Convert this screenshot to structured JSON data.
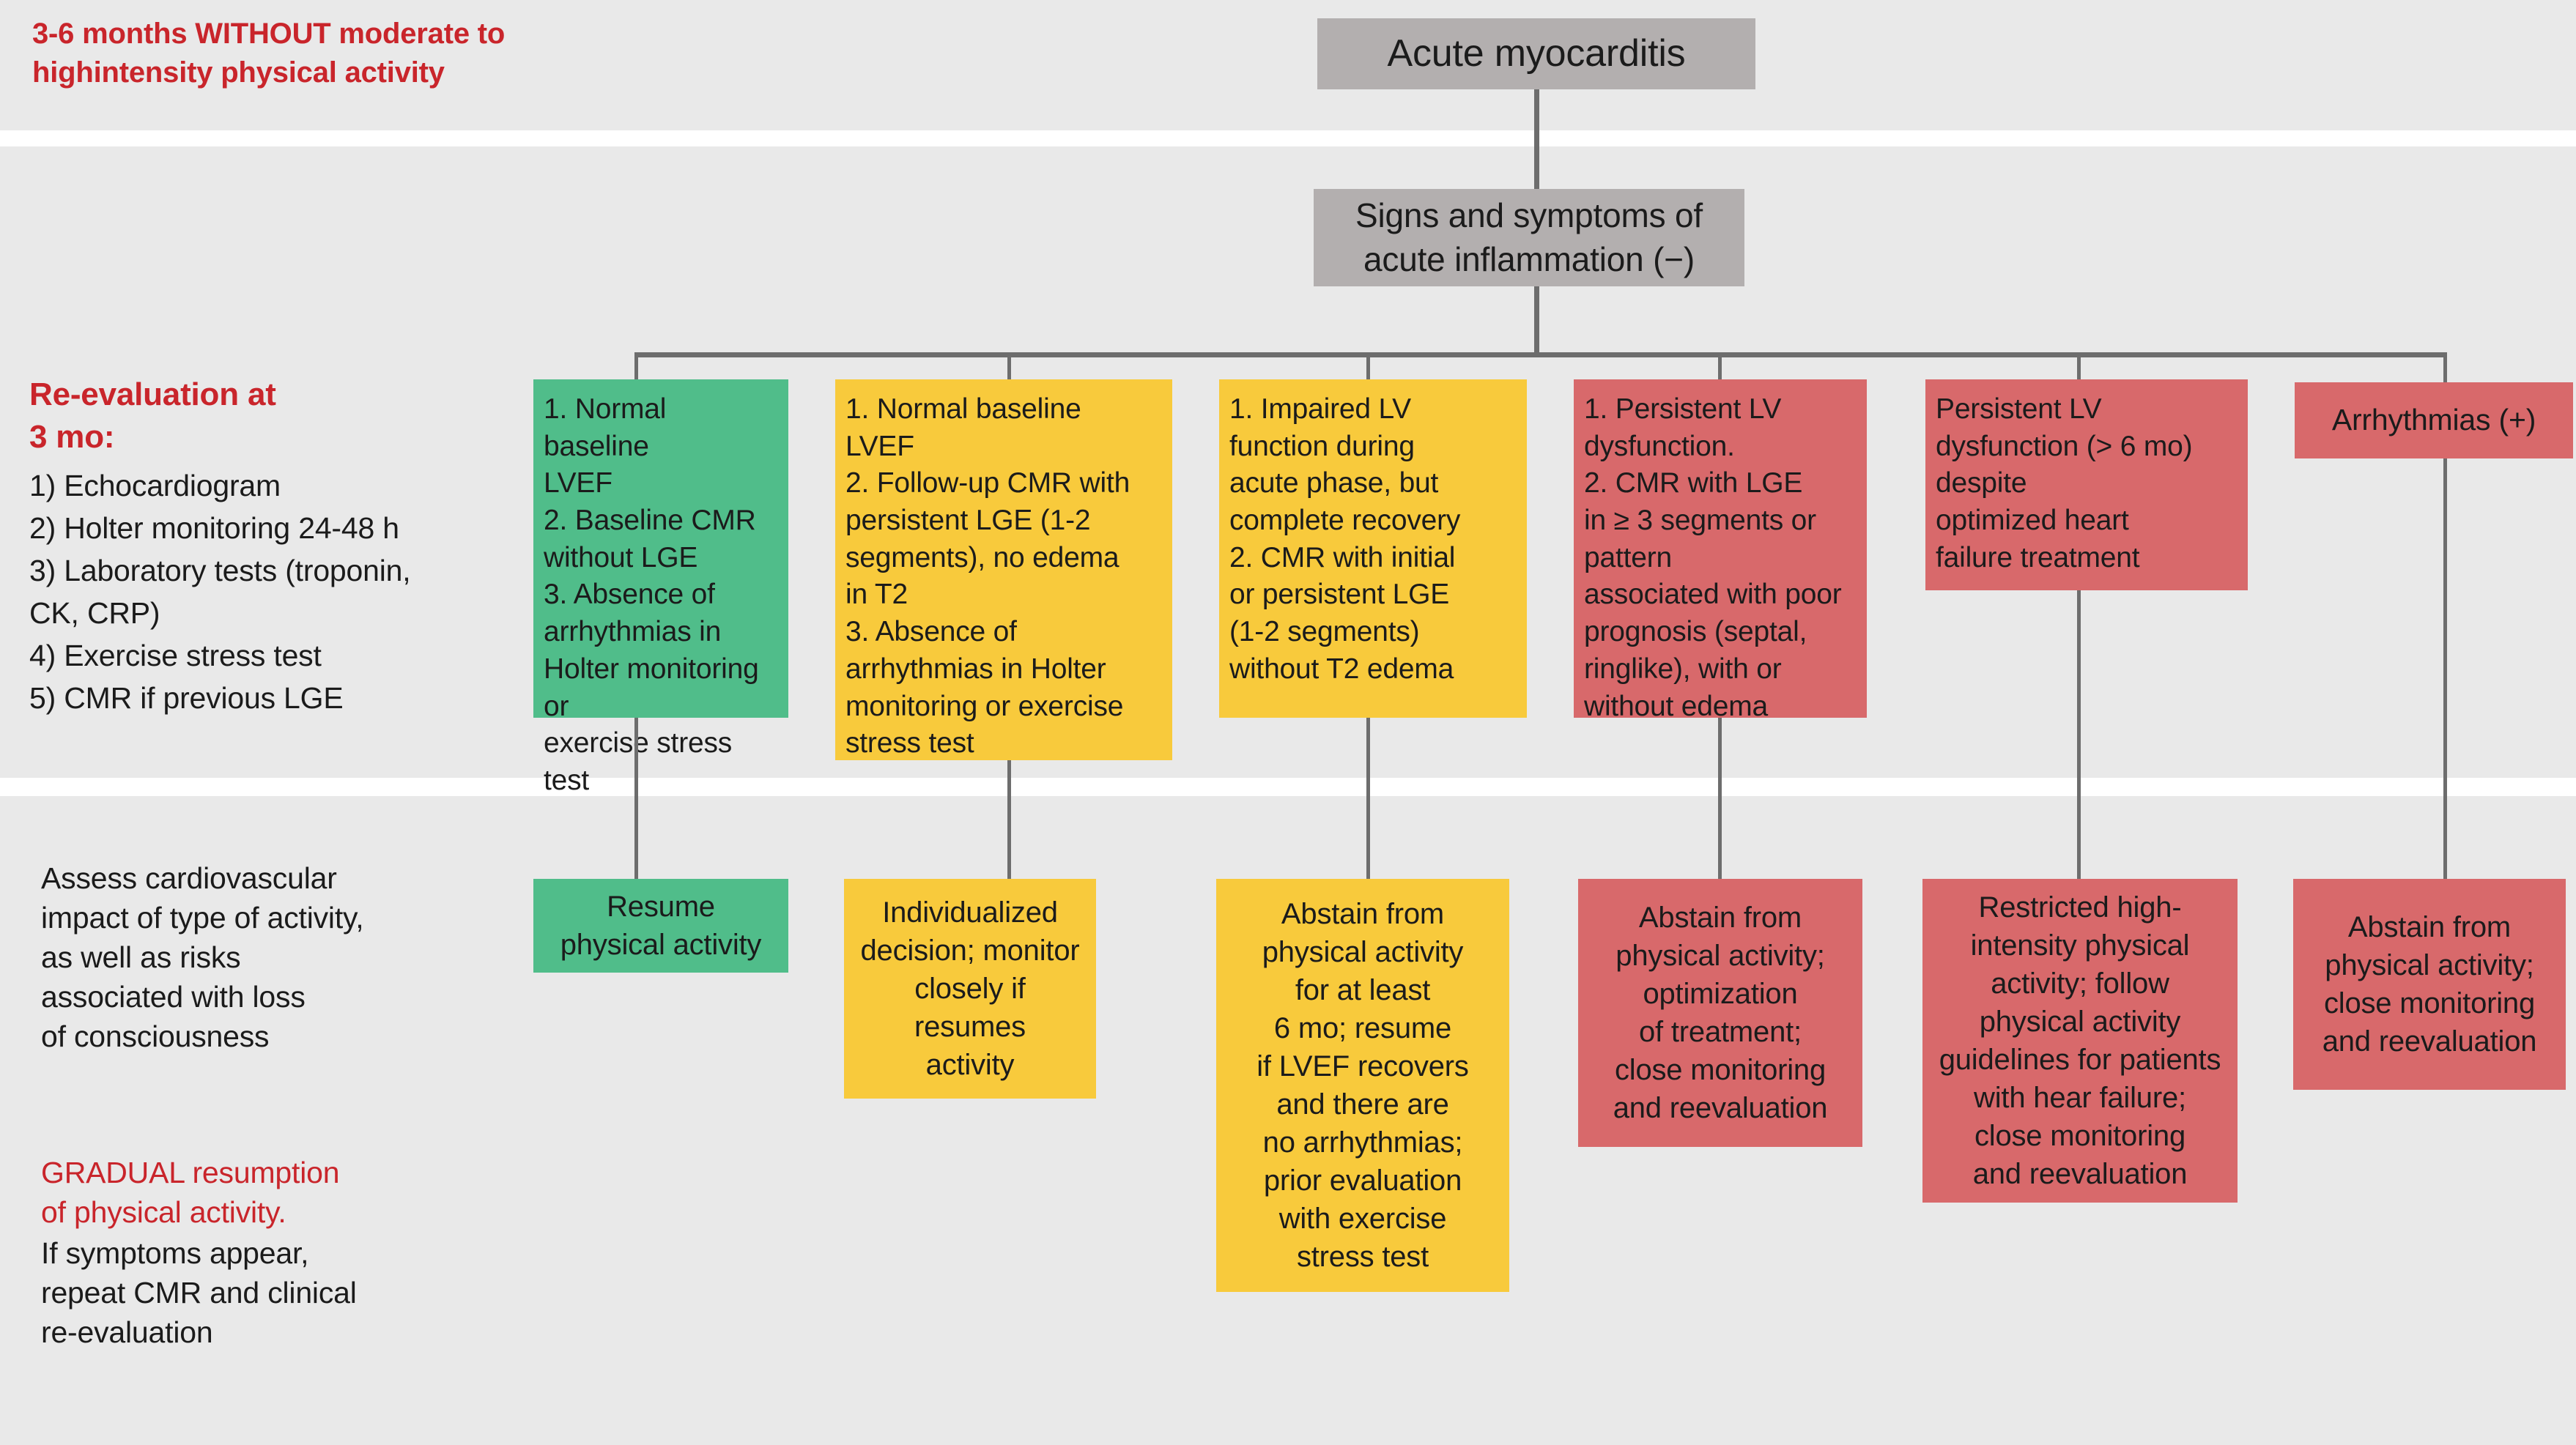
{
  "theme": {
    "band_bg": "#e9e9e9",
    "page_bg": "#ffffff",
    "gray_node": "#b3afaf",
    "green_node": "#50bd8a",
    "yellow_node": "#f8ca3c",
    "red_node": "#d8696b",
    "accent_red_text": "#c9252b",
    "body_text": "#1b1b1b",
    "connector": "#6d6d6d"
  },
  "header": {
    "left_banner": "3-6 months WITHOUT moderate to\nhighintensity physical activity"
  },
  "root": {
    "label": "Acute myocarditis"
  },
  "second_level": {
    "label": "Signs and symptoms of\nacute inflammation (−)"
  },
  "left_column": {
    "reeval_title": "Re-evaluation at\n3 mo:",
    "reeval_items": [
      "1) Echocardiogram",
      "2) Holter monitoring 24-48 h",
      "3) Laboratory tests (troponin,",
      "     CK, CRP)",
      "4) Exercise stress test",
      "5) CMR if previous LGE"
    ],
    "assess_note": "Assess cardiovascular\nimpact of type of activity,\nas well as risks\nassociated with loss\nof consciousness",
    "gradual_note_red": "GRADUAL resumption\nof physical activity.",
    "gradual_note_dark": "If symptoms appear,\nrepeat CMR and clinical\nre-evaluation"
  },
  "criteria_nodes": [
    {
      "id": "criteria-green",
      "color": "green",
      "text": "1. Normal baseline\nLVEF\n2. Baseline CMR\nwithout LGE\n3. Absence of\narrhythmias in\nHolter monitoring or\nexercise stress test"
    },
    {
      "id": "criteria-yellow-1",
      "color": "yellow",
      "text": "1. Normal baseline\nLVEF\n2. Follow-up CMR with\npersistent LGE (1-2\nsegments), no edema\nin T2\n3. Absence of\narrhythmias in Holter\nmonitoring or exercise\nstress test"
    },
    {
      "id": "criteria-yellow-2",
      "color": "yellow",
      "text": "1. Impaired LV\nfunction during\nacute phase, but\ncomplete recovery\n2. CMR with initial\nor persistent LGE\n(1-2 segments)\nwithout T2 edema"
    },
    {
      "id": "criteria-red-1",
      "color": "red",
      "text": "1. Persistent LV\ndysfunction.\n2. CMR with LGE\nin ≥ 3 segments or\npattern\nassociated with poor\nprognosis (septal,\nringlike), with or\nwithout edema"
    },
    {
      "id": "criteria-red-2",
      "color": "red",
      "text": "Persistent LV\ndysfunction (> 6 mo)\ndespite\noptimized heart\nfailure treatment"
    },
    {
      "id": "criteria-red-3",
      "color": "red",
      "text": "Arrhythmias (+)"
    }
  ],
  "outcome_nodes": [
    {
      "id": "outcome-green",
      "color": "green",
      "text": "Resume\nphysical activity"
    },
    {
      "id": "outcome-yellow-1",
      "color": "yellow",
      "text": "Individualized\ndecision; monitor\nclosely if\nresumes\nactivity"
    },
    {
      "id": "outcome-yellow-2",
      "color": "yellow",
      "text": "Abstain from\nphysical activity\nfor at least\n6 mo; resume\nif LVEF recovers\nand there are\nno arrhythmias;\nprior evaluation\nwith exercise\nstress test"
    },
    {
      "id": "outcome-red-1",
      "color": "red",
      "text": "Abstain from\nphysical activity;\noptimization\nof treatment;\nclose monitoring\nand reevaluation"
    },
    {
      "id": "outcome-red-2",
      "color": "red",
      "text": "Restricted high-\nintensity physical\nactivity; follow\nphysical activity\nguidelines for patients\nwith hear failure;\nclose monitoring\nand reevaluation"
    },
    {
      "id": "outcome-red-3",
      "color": "red",
      "text": "Abstain from\nphysical activity;\nclose monitoring\nand reevaluation"
    }
  ]
}
